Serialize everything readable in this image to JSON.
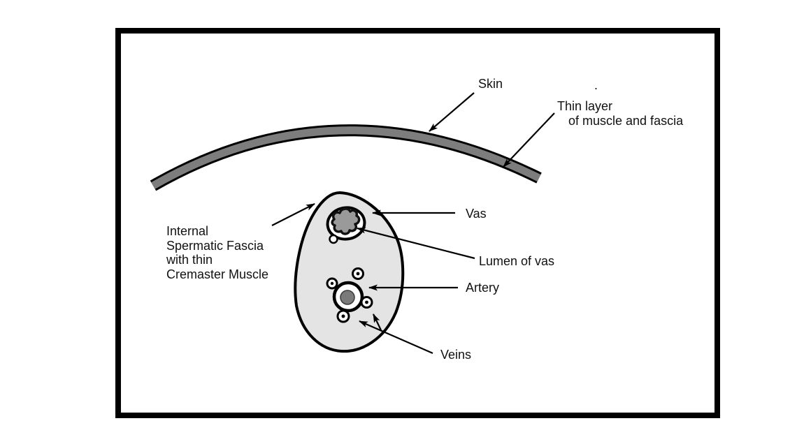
{
  "labels": {
    "skin": "Skin",
    "thin_layer_line1": "Thin layer",
    "thin_layer_line2": "of muscle and fascia",
    "internal_fascia": [
      "Internal",
      "Spermatic Fascia",
      "with thin",
      "Cremaster Muscle"
    ],
    "vas": "Vas",
    "lumen_of_vas": "Lumen of vas",
    "artery": "Artery",
    "veins": "Veins",
    "stray_dot": "."
  },
  "colors": {
    "skin_band": "#7d7d7d",
    "cord_fill": "#e4e4e4",
    "lumen_fill": "#9a9a9a",
    "artery_fill": "#7a7a7a",
    "outline": "#000000"
  }
}
